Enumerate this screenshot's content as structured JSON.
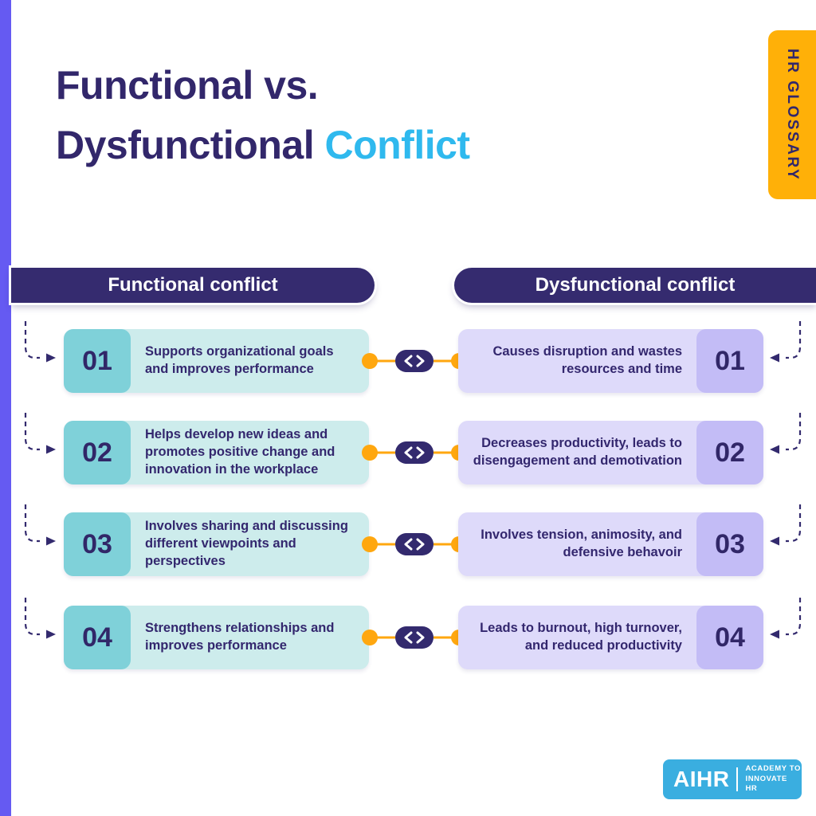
{
  "page": {
    "title_line1": "Functional vs.",
    "title_line2_dark": "Dysfunctional ",
    "title_line2_accent": "Conflict",
    "tag": "HR GLOSSARY"
  },
  "columns": {
    "left_header": "Functional conflict",
    "right_header": "Dysfunctional conflict"
  },
  "rows": [
    {
      "num": "01",
      "left": "Supports organizational goals and improves performance",
      "right": "Causes disruption and wastes resources and time"
    },
    {
      "num": "02",
      "left": "Helps develop new ideas and promotes positive change and innovation in the workplace",
      "right": "Decreases productivity, leads to disengagement and demotivation"
    },
    {
      "num": "03",
      "left": "Involves sharing and discussing different viewpoints and perspectives",
      "right": "Involves tension, animosity, and defensive behavoir"
    },
    {
      "num": "04",
      "left": "Strengthens relationships and improves performance",
      "right": "Leads to burnout, high turnover, and reduced productivity"
    }
  ],
  "icons": {
    "connector_icon": "chevrons-left-right",
    "left_arrow_icon": "dashed-arrow-right",
    "right_arrow_icon": "dashed-arrow-left"
  },
  "logo": {
    "brand": "AIHR",
    "tagline_line1": "ACADEMY TO",
    "tagline_line2": "INNOVATE HR"
  },
  "colors": {
    "edge_bar": "#655af2",
    "title_dark": "#32276b",
    "title_accent": "#2fb9ee",
    "tag_bg": "#ffb008",
    "header_bg": "#352b6f",
    "teal_block": "#7fd1d9",
    "teal_body": "#cdecec",
    "lavender_block": "#c3bcf6",
    "lavender_body": "#dedafa",
    "connector_orange": "#ffa70f",
    "logo_bg": "#3aaee0"
  }
}
